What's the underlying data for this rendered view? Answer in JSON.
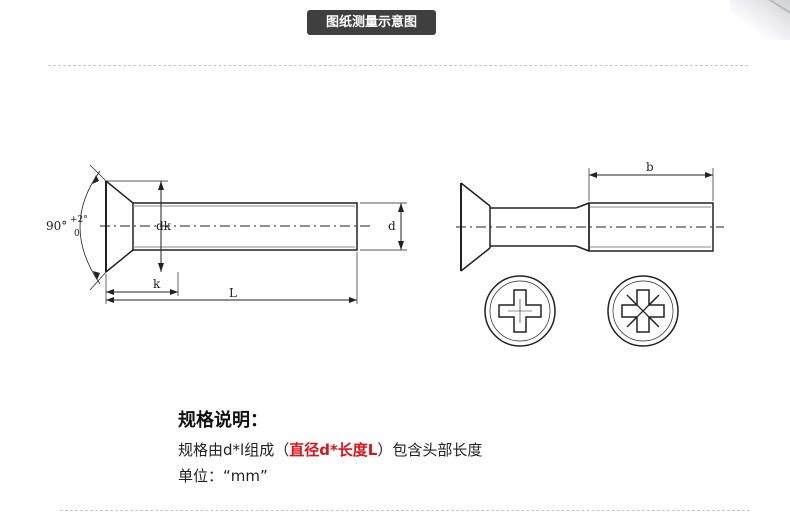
{
  "header": {
    "title": "图纸测量示意图"
  },
  "drawing_labels": {
    "angle": "90°",
    "angle_tol_plus": "+2°",
    "angle_tol_zero": "0",
    "dk": "dk",
    "d": "d",
    "k": "k",
    "L": "L",
    "b": "b"
  },
  "spec": {
    "title": "规格说明：",
    "line1_prefix": "规格由d*l组成（",
    "line1_highlight": "直径d*长度L",
    "line1_suffix": "）包含头部长度",
    "line2": "单位：“mm”"
  }
}
